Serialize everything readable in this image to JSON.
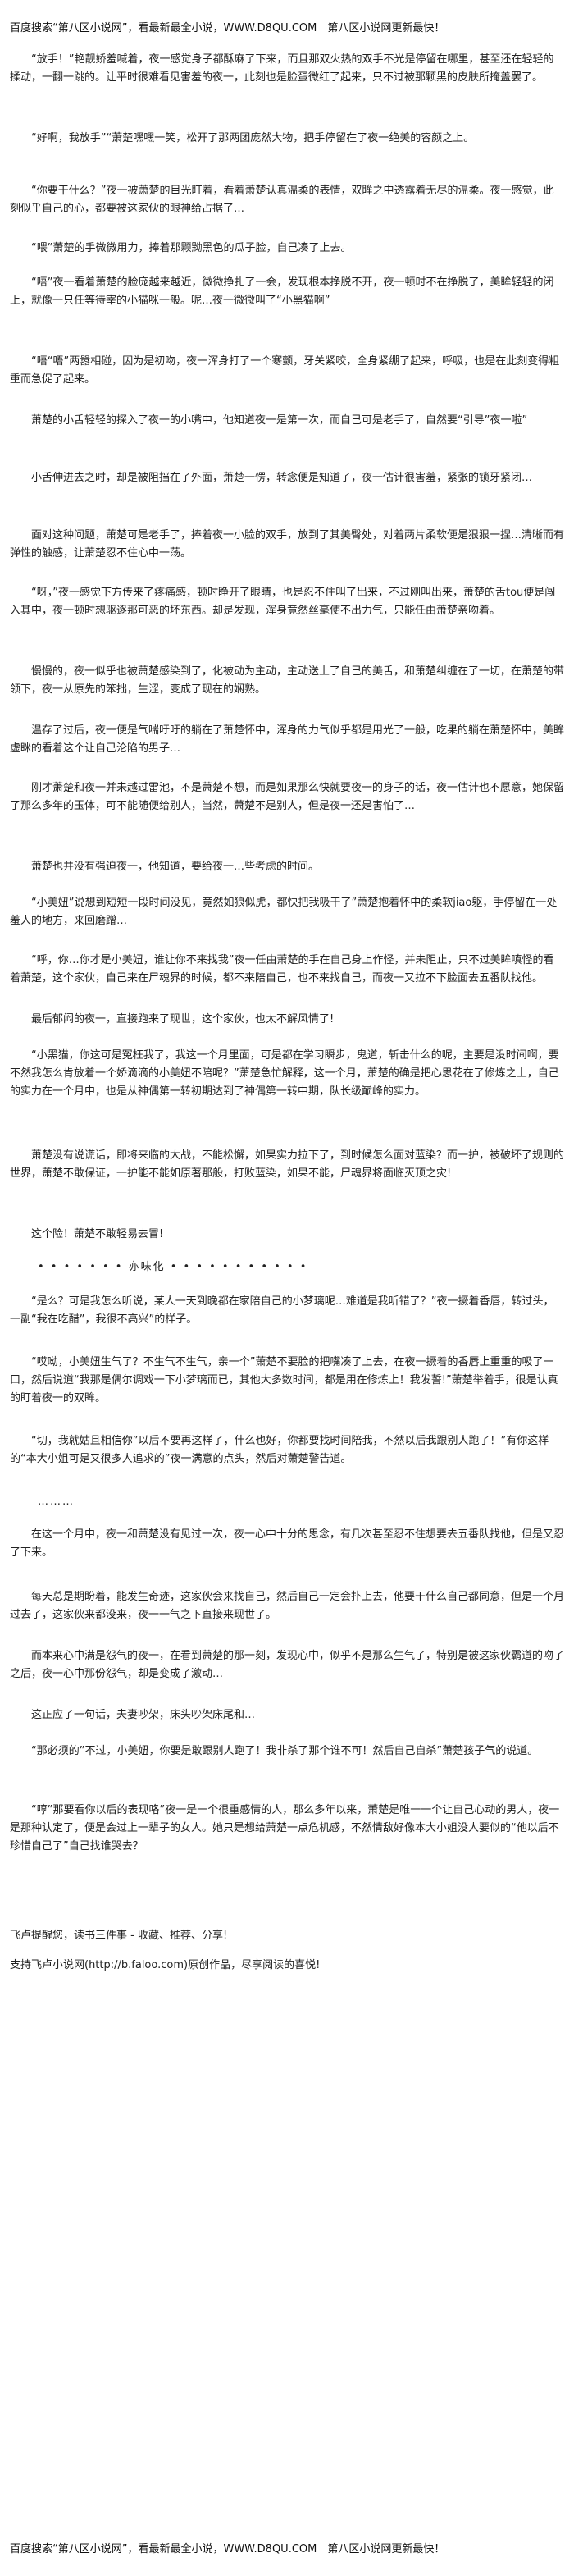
{
  "header": {
    "text": "百度搜索“第八区小说网”，看最新最全小说，WWW.D8QU.COM　第八区小说网更新最快！"
  },
  "paragraphs": [
    "“放手！”艳靓娇羞喊着，夜一感觉身子都酥麻了下来，而且那双火热的双手不光是停留在哪里，甚至还在轻轻的揉动，一翻一跳的。让平时很难看见害羞的夜一，此刻也是脸蛋微红了起来，只不过被那颗黑的皮肤所掩盖罢了。",
    "“好啊，我放手”“萧楚嘿嘿一笑，松开了那两团庞然大物，把手停留在了夜一绝美的容颜之上。",
    "“你要干什么？”夜一被萧楚的目光盯着，看着萧楚认真温柔的表情，双眸之中透露着无尽的温柔。夜一感觉，此刻似乎自己的心，都要被这家伙的眼神给占据了…",
    "“喂”萧楚的手微微用力，捧着那颗黝黑色的瓜子脸，自己凑了上去。",
    "“唔”夜一看着萧楚的脸庞越来越近，微微挣扎了一会，发现根本挣脱不开，夜一顿时不在挣脱了，美眸轻轻的闭上，就像一只任等待宰的小猫咪一般。呢…夜一微微叫了“小黑猫啊”",
    "“唔“唔”两嚣相碰，因为是初吻，夜一浑身打了一个寒颤，牙关紧咬，全身紧绷了起来，呼吸，也是在此刻变得粗重而急促了起来。",
    "萧楚的小舌轻轻的探入了夜一的小嘴中，他知道夜一是第一次，而自己可是老手了，自然要“引导”夜一啦”",
    "小舌伸进去之时，却是被阻挡在了外面，萧楚一愣，转念便是知道了，夜一估计很害羞，紧张的锁牙紧闭…",
    "面对这种问题，萧楚可是老手了，捧着夜一小脸的双手，放到了其美臀处，对着两片柔软便是狠狠一捏…清晰而有弹性的触感，让萧楚忍不住心中一荡。",
    "“呀，”夜一感觉下方传来了疼痛感，顿时睁开了眼睛，也是忍不住叫了出来，不过刚叫出来，萧楚的舌tou便是闯入其中，夜一顿时想驱逐那可恶的坏东西。却是发现，浑身竟然丝毫使不出力气，只能任由萧楚亲吻着。",
    "慢慢的，夜一似乎也被萧楚感染到了，化被动为主动，主动送上了自己的美舌，和萧楚纠缠在了一切，在萧楚的带领下，夜一从原先的笨拙，生涩，变成了现在的娴熟。",
    "温存了过后，夜一便是气喘吁吁的躺在了萧楚怀中，浑身的力气似乎都是用光了一般，吃果的躺在萧楚怀中，美眸虚眯的看着这个让自己沦陷的男子…",
    "刚才萧楚和夜一并未越过雷池，不是萧楚不想，而是如果那么快就要夜一的身子的话，夜一估计也不愿意，她保留了那么多年的玉体，可不能随便给别人，当然，萧楚不是别人，但是夜一还是害怕了…",
    "萧楚也并没有强迫夜一，他知道，要给夜一…些考虑的时间。",
    "“小美妞”说想到短短一段时间没见，竟然如狼似虎，都快把我吸干了”萧楚抱着怀中的柔软jiao躯，手停留在一处羞人的地方，来回磨蹭…",
    "“呼，你…你才是小美妞，谁让你不来找我”夜一任由萧楚的手在自己身上作怪，并未阻止，只不过美眸嗔怪的看着萧楚，这个家伙，自己来在尸魂界的时候，都不来陪自己，也不来找自己，而夜一又拉不下脸面去五番队找他。",
    "最后郁闷的夜一，直接跑来了现世，这个家伙，也太不解风情了!",
    "“小黑猫，你这可是冤枉我了，我这一个月里面，可是都在学习瞬步，鬼道，斩击什么的呢，主要是没时间啊，要不然我怎么肯放着一个娇滴滴的小美妞不陪呢？”萧楚急忙解释，这一个月，萧楚的确是把心思花在了修炼之上，自己的实力在一个月中，也是从神偶第一转初期达到了神偶第一转中期，队长级巅峰的实力。",
    "萧楚没有说谎话，即将来临的大战，不能松懈，如果实力拉下了，到时候怎么面对蓝染？而一护，被破坏了规则的世界，萧楚不敢保证，一护能不能如原著那般，打败蓝染，如果不能，尸魂界将面临灭顶之灾!",
    "这个险！萧楚不敢轻易去冒!",
    "“是么？可是我怎么听说，某人一天到晚都在家陪自己的小梦璃呢…难道是我听错了？”夜一撅着香唇，转过头，一副“我在吃醋”，我很不高兴”的样子。",
    "“哎呦，小美妞生气了？不生气不生气，亲一个”萧楚不要脸的把嘴凑了上去，在夜一撅着的香唇上重重的吸了一口，然后说道“我那是偶尔调戏一下小梦璃而已，其他大多数时间，都是用在修炼上！我发誓!”萧楚举着手，很是认真的盯着夜一的双眸。",
    "“切，我就姑且相信你”以后不要再这样了，什么也好，你都要找时间陪我，不然以后我跟别人跑了！”有你这样的“本大小姐可是又很多人追求的”夜一满意的点头，然后对萧楚警告道。",
    "在这一个月中，夜一和萧楚没有见过一次，夜一心中十分的思念，有几次甚至忍不住想要去五番队找他，但是又忍了下来。",
    "每天总是期盼着，能发生奇迹，这家伙会来找自己，然后自己一定会扑上去，他要干什么自己都同意，但是一个月过去了，这家伙来都没来，夜一一气之下直接来现世了。",
    "而本来心中满是怨气的夜一，在看到萧楚的那一刻，发现心中，似乎不是那么生气了，特别是被这家伙霸道的吻了之后，夜一心中那份怨气，却是变成了激动…",
    "这正应了一句话，夫妻吵架，床头吵架床尾和…",
    "“那必须的”不过，小美妞，你要是敢跟别人跑了！我非杀了那个谁不可！然后自己自杀”萧楚孩子气的说道。",
    "“哼”那要看你以后的表现咯”夜一是一个很重感情的人，那么多年以来，萧楚是唯一一个让自己心动的男人，夜一是那种认定了，便是会过上一辈子的女人。她只是想给萧楚一点危机感，不然情敌好像本大小姐没人要似的“他以后不珍惜自己了”自己找谁哭去？"
  ],
  "separators": {
    "stars": "• •   • • • • • 亦味化 • • • • •   • • • • • •",
    "dots": "………"
  },
  "closing": {
    "text": "飞卢提醒您，读书三件事 - 收藏、推荐、分享!"
  },
  "support": {
    "text": "支持飞卢小说网(http://b.faloo.com)原创作品，尽享阅读的喜悦!"
  },
  "footer": {
    "text": "百度搜索“第八区小说网”，看最新最全小说，WWW.D8QU.COM　第八区小说网更新最快！"
  }
}
